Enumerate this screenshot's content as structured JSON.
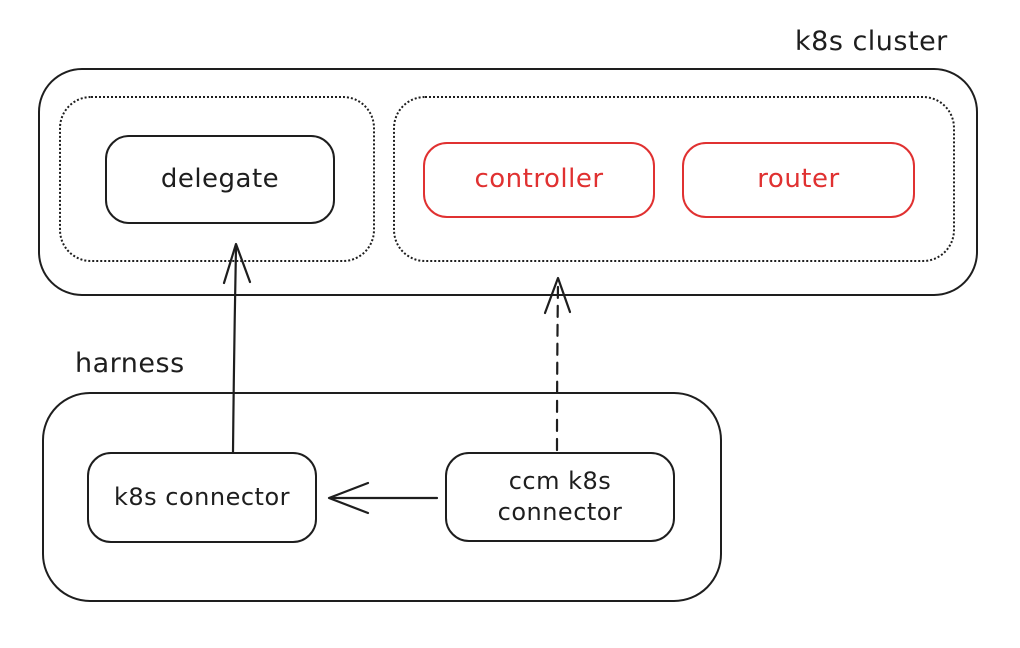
{
  "diagram": {
    "type": "architecture-diagram",
    "style": "hand-drawn",
    "colors": {
      "background": "#ffffff",
      "stroke": "#1e1e1e",
      "accent_red": "#e03131"
    },
    "labels": {
      "cluster": "k8s cluster",
      "harness": "harness",
      "delegate": "delegate",
      "controller": "controller",
      "router": "router",
      "k8s_connector": "k8s connector",
      "ccm_k8s_connector": "ccm k8s connector"
    },
    "containers": [
      {
        "name": "k8s cluster",
        "border": "solid",
        "children": [
          "delegate group",
          "control group"
        ]
      },
      {
        "name": "delegate group",
        "border": "dotted",
        "children": [
          "delegate"
        ]
      },
      {
        "name": "control group",
        "border": "dotted",
        "children": [
          "controller",
          "router"
        ]
      },
      {
        "name": "harness",
        "border": "solid",
        "children": [
          "k8s connector",
          "ccm k8s connector"
        ]
      }
    ],
    "nodes": [
      {
        "label": "delegate",
        "color": "#1e1e1e",
        "container": "delegate group"
      },
      {
        "label": "controller",
        "color": "#e03131",
        "container": "control group"
      },
      {
        "label": "router",
        "color": "#e03131",
        "container": "control group"
      },
      {
        "label": "k8s connector",
        "color": "#1e1e1e",
        "container": "harness"
      },
      {
        "label": "ccm k8s connector",
        "color": "#1e1e1e",
        "container": "harness"
      }
    ],
    "edges": [
      {
        "from": "k8s connector",
        "to": "delegate group",
        "style": "solid",
        "direction": "up"
      },
      {
        "from": "ccm k8s connector",
        "to": "control group",
        "style": "dashed",
        "direction": "up"
      },
      {
        "from": "ccm k8s connector",
        "to": "k8s connector",
        "style": "solid",
        "direction": "left"
      }
    ]
  }
}
